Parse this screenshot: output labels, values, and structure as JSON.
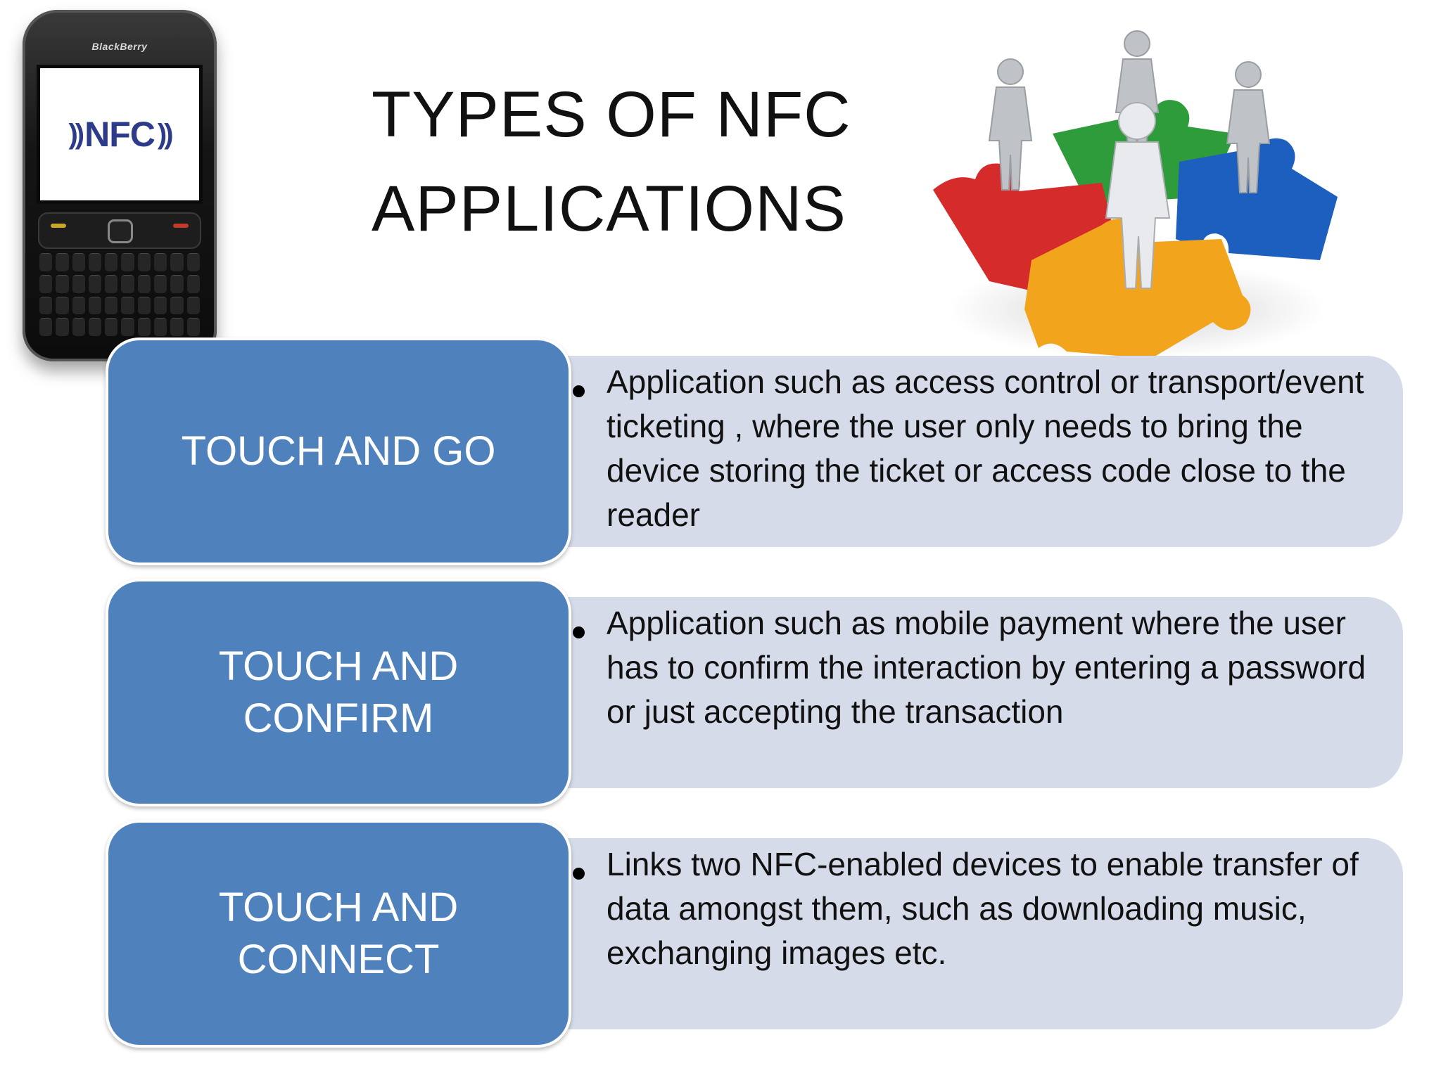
{
  "title": "TYPES OF NFC APPLICATIONS",
  "phone": {
    "brand": "BlackBerry",
    "screen_logo": "NFC"
  },
  "illustration": {
    "icon": "puzzle-people-icon",
    "colors": [
      "#d62b2b",
      "#2e9c3a",
      "#1c5fbf",
      "#f2a51c"
    ]
  },
  "colors": {
    "label_box": "#4f81bd",
    "desc_box": "#d5dbe9"
  },
  "rows": [
    {
      "label": "TOUCH AND GO",
      "description": "Application such as access control or transport/event ticketing , where the user only needs to bring the device storing the ticket or access code close to the reader"
    },
    {
      "label": "TOUCH AND CONFIRM",
      "description": "Application such as mobile payment where the user has to confirm the interaction by entering a password or just accepting the transaction"
    },
    {
      "label": "TOUCH AND CONNECT",
      "description": "Links two NFC-enabled devices to enable transfer of data amongst them, such as downloading music, exchanging images etc."
    }
  ]
}
